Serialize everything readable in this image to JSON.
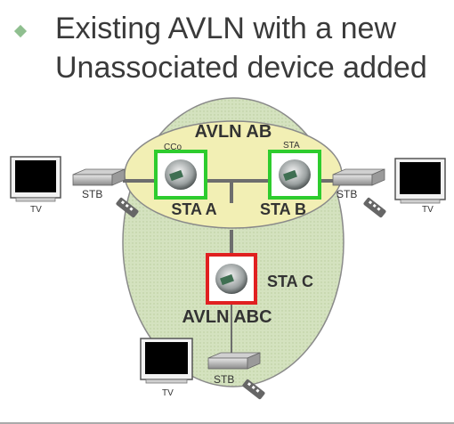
{
  "slide": {
    "title_line1": "Existing AVLN with a new",
    "title_line2": "Unassociated device added"
  },
  "diagram": {
    "outer_network_label": "AVLN ABC",
    "inner_network_label": "AVLN AB",
    "nodes": [
      {
        "id": "sta-a",
        "label": "STA A",
        "role": "CCo",
        "border_color": "#2ecc2e"
      },
      {
        "id": "sta-b",
        "label": "STA B",
        "role": "STA",
        "border_color": "#2ecc2e"
      },
      {
        "id": "sta-c",
        "label": "STA C",
        "role": "",
        "border_color": "#e02020"
      }
    ],
    "endpoints": [
      {
        "id": "left",
        "stb_label": "STB",
        "tv_label": "TV"
      },
      {
        "id": "right",
        "stb_label": "STB",
        "tv_label": "TV"
      },
      {
        "id": "bottom",
        "stb_label": "STB",
        "tv_label": "TV"
      }
    ],
    "colors": {
      "outer_fill": "#d8e6c4",
      "inner_fill": "#f3f0b0",
      "associated_border": "#2ecc2e",
      "unassociated_border": "#e02020"
    }
  }
}
